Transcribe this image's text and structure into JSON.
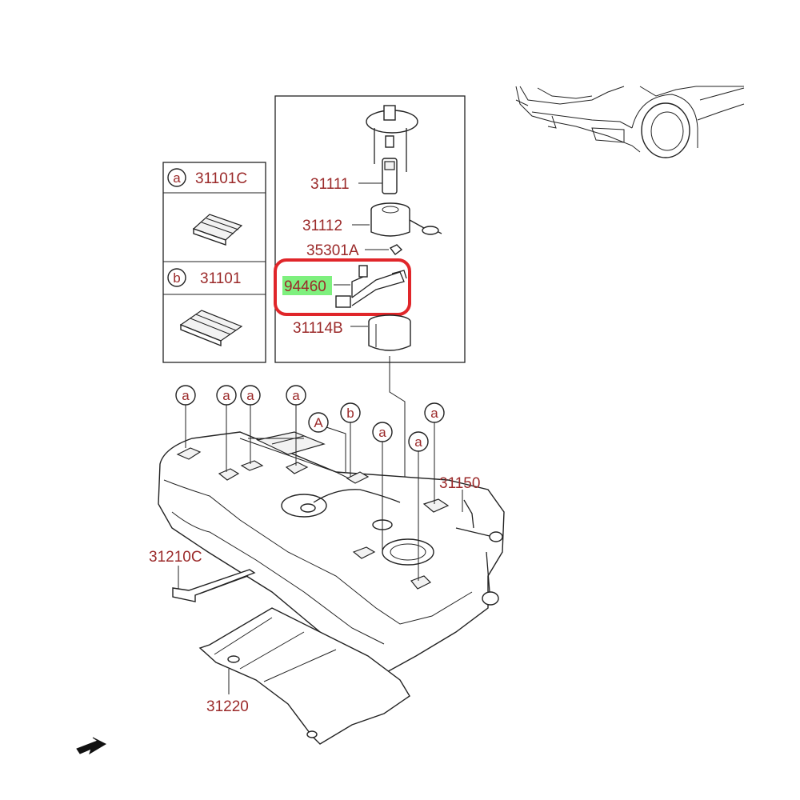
{
  "parts": {
    "p31111": "31111",
    "p31112": "31112",
    "p35301A": "35301A",
    "p94460": "94460",
    "p31114B": "31114B",
    "p31150": "31150",
    "p31210C": "31210C",
    "p31220": "31220"
  },
  "legend": {
    "row_a": {
      "letter": "a",
      "part": "31101C"
    },
    "row_b": {
      "letter": "b",
      "part": "31101"
    }
  },
  "callouts": {
    "a": "a",
    "b": "b",
    "A": "A"
  },
  "colors": {
    "label": "#9b2a2a",
    "highlight_box": "#e0262a",
    "highlight_text_bg": "#7ef07e"
  },
  "icons": {
    "direction_arrow": "front-direction-arrow-icon",
    "vehicle": "vehicle-thumbnail-icon"
  }
}
